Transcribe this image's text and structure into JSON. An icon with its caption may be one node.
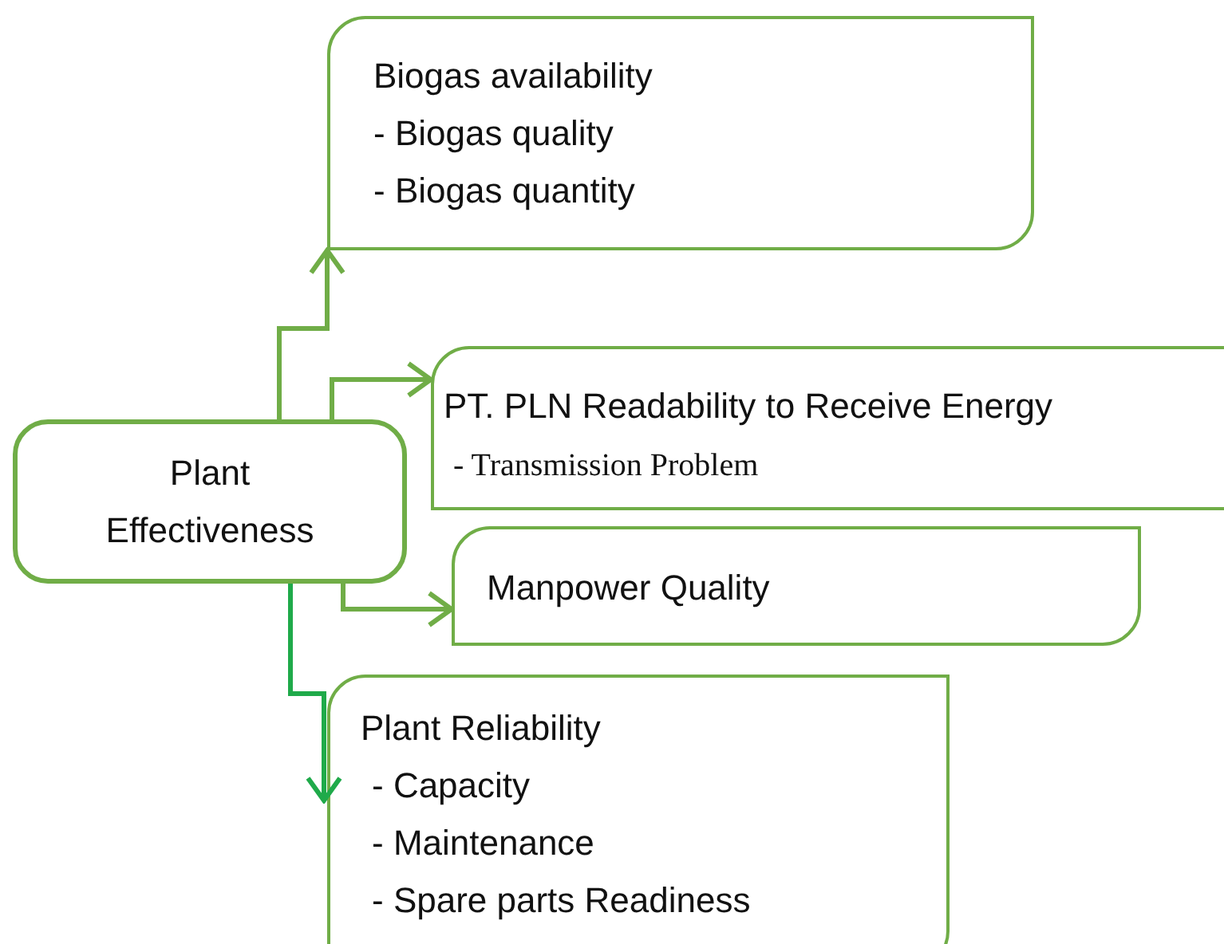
{
  "diagram": {
    "nodes": [
      {
        "text": [
          "Biogas availability",
          "- Biogas quality",
          "- Biogas quantity"
        ]
      },
      {
        "text": [
          "PT. PLN Readability to Receive Energy",
          "- Transmission Problem"
        ]
      },
      {
        "text": [
          "Plant Effectiveness"
        ]
      },
      {
        "text": [
          "Manpower Quality"
        ]
      },
      {
        "text": [
          "Plant Reliability",
          "- Capacity",
          "- Maintenance",
          "- Spare parts Readiness"
        ]
      }
    ],
    "edges": [
      {
        "from": 2,
        "to": 0,
        "arrow": "to"
      },
      {
        "from": 2,
        "to": 1,
        "arrow": "to"
      },
      {
        "from": 2,
        "to": 3,
        "arrow": "to"
      },
      {
        "from": 2,
        "to": 4,
        "arrow": "to",
        "color": "#1faa4a"
      }
    ]
  }
}
